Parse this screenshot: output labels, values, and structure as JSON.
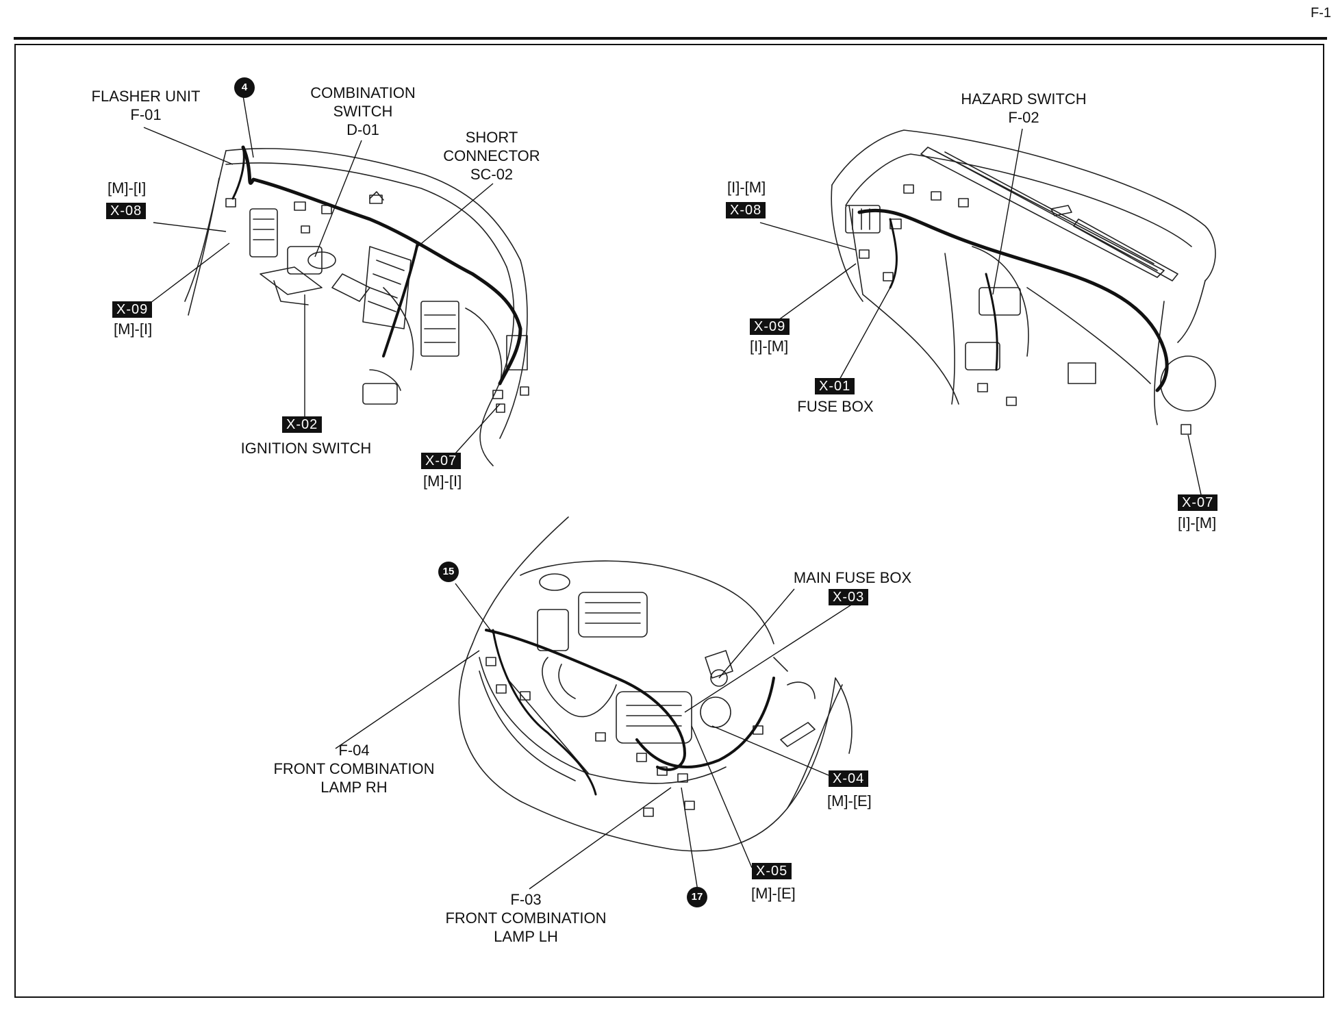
{
  "page_number": "F-1",
  "views": {
    "dashboard_lh": {
      "flasher_unit": {
        "name": "FLASHER UNIT",
        "code": "F-01"
      },
      "combination_switch": {
        "name_line1": "COMBINATION",
        "name_line2": "SWITCH",
        "code": "D-01"
      },
      "short_connector": {
        "name_line1": "SHORT",
        "name_line2": "CONNECTOR",
        "code": "SC-02"
      },
      "ignition_switch": {
        "connector": "X-02",
        "name": "IGNITION SWITCH"
      },
      "x08": {
        "connector": "X-08",
        "harness": "[M]-[I]"
      },
      "x09": {
        "connector": "X-09",
        "harness": "[M]-[I]"
      },
      "x07": {
        "connector": "X-07",
        "harness": "[M]-[I]"
      },
      "ground_point": "4"
    },
    "dashboard_rh": {
      "hazard_switch": {
        "name": "HAZARD SWITCH",
        "code": "F-02"
      },
      "x08": {
        "connector": "X-08",
        "harness": "[I]-[M]"
      },
      "x09": {
        "connector": "X-09",
        "harness": "[I]-[M]"
      },
      "fuse_box": {
        "connector": "X-01",
        "name": "FUSE BOX"
      },
      "x07": {
        "connector": "X-07",
        "harness": "[I]-[M]"
      }
    },
    "engine_room": {
      "main_fuse_box": {
        "name": "MAIN FUSE BOX",
        "connector": "X-03"
      },
      "lamp_rh": {
        "code": "F-04",
        "name_line1": "FRONT COMBINATION",
        "name_line2": "LAMP RH"
      },
      "lamp_lh": {
        "code": "F-03",
        "name_line1": "FRONT COMBINATION",
        "name_line2": "LAMP LH"
      },
      "x04": {
        "connector": "X-04",
        "harness": "[M]-[E]"
      },
      "x05": {
        "connector": "X-05",
        "harness": "[M]-[E]"
      },
      "ground_point_a": "15",
      "ground_point_b": "17"
    }
  }
}
